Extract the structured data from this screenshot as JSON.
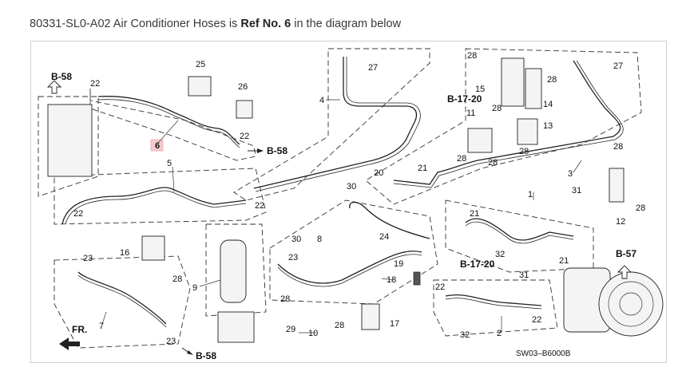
{
  "caption": {
    "part_number": "80331-SL0-A02",
    "middle_text": " Air Conditioner Hoses is ",
    "ref_text": "Ref No. 6",
    "end_text": " in the diagram below"
  },
  "highlight": {
    "ref_no": "6",
    "color": "#f6c8cc",
    "text_color": "#c00000"
  },
  "refs": {
    "b58_top": "B-58",
    "b58_mid": "B-58",
    "b58_bottom": "B-58",
    "b1720_top": "B-17-20",
    "b1720_mid": "B-17-20",
    "b57": "B-57",
    "fr": "FR.",
    "diagram_code": "SW03–B6000B"
  },
  "labels": {
    "n22a": "22",
    "n25": "25",
    "n26": "26",
    "n22b": "22",
    "n27a": "27",
    "n4": "4",
    "n28a": "28",
    "n15": "15",
    "n28b": "28",
    "n14": "14",
    "n11": "11",
    "n28c": "28",
    "n13": "13",
    "n28d": "28",
    "n28e": "28",
    "n28f": "28",
    "n27b": "27",
    "n28g": "28",
    "n3": "3",
    "n5": "5",
    "n22c": "22",
    "n22d": "22",
    "n20": "20",
    "n21a": "21",
    "n30a": "30",
    "n1": "1",
    "n31a": "31",
    "n28h": "28",
    "n12": "12",
    "n21b": "21",
    "n24": "24",
    "n30b": "30",
    "n8": "8",
    "n23a": "23",
    "n16": "16",
    "n28i": "28",
    "n9": "9",
    "n32a": "32",
    "n19": "19",
    "n18": "18",
    "n23b": "23",
    "n7": "7",
    "n23c": "23",
    "n28j": "28",
    "n29": "29",
    "n10": "10",
    "n28k": "28",
    "n17": "17",
    "n22e": "22",
    "n32b": "32",
    "n2": "2",
    "n22f": "22",
    "n31b": "31",
    "n21c": "21"
  }
}
